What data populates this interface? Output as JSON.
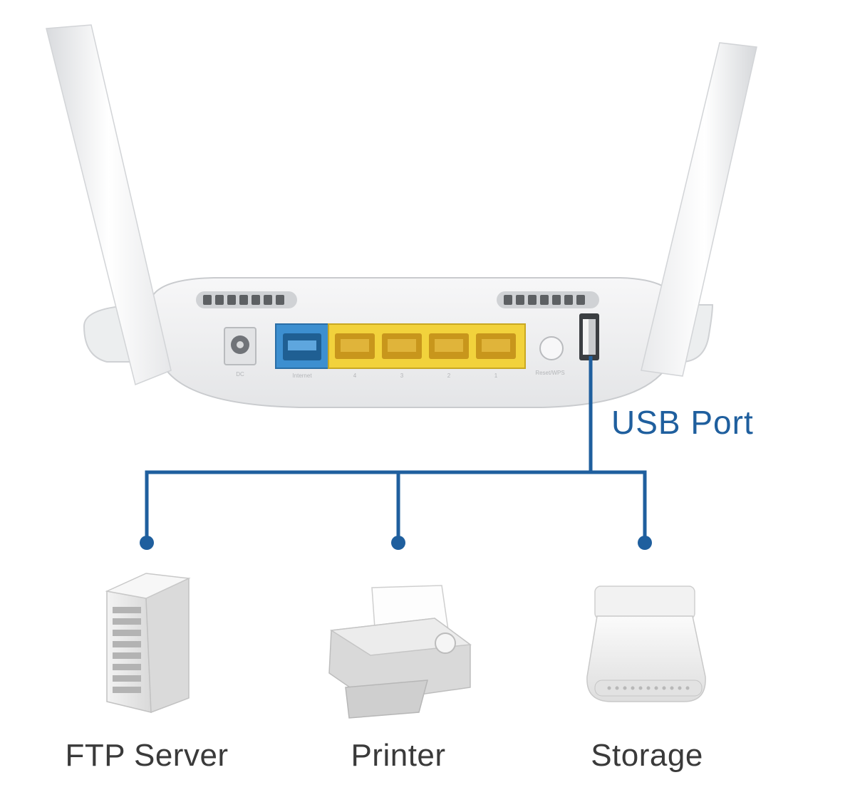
{
  "callout": {
    "label": "USB Port",
    "line_color": "#1f5f9e"
  },
  "router": {
    "body_color": "#f1f2f3",
    "wan_port_color": "#3d8fd0",
    "lan_block_color": "#f2d23c",
    "port_label_texts": [
      "DC",
      "Internet",
      "4",
      "3",
      "2",
      "1",
      "Reset/WPS"
    ]
  },
  "devices": [
    {
      "label": "FTP Server",
      "icon": "server-icon"
    },
    {
      "label": "Printer",
      "icon": "printer-icon"
    },
    {
      "label": "Storage",
      "icon": "usb-storage-icon"
    }
  ]
}
